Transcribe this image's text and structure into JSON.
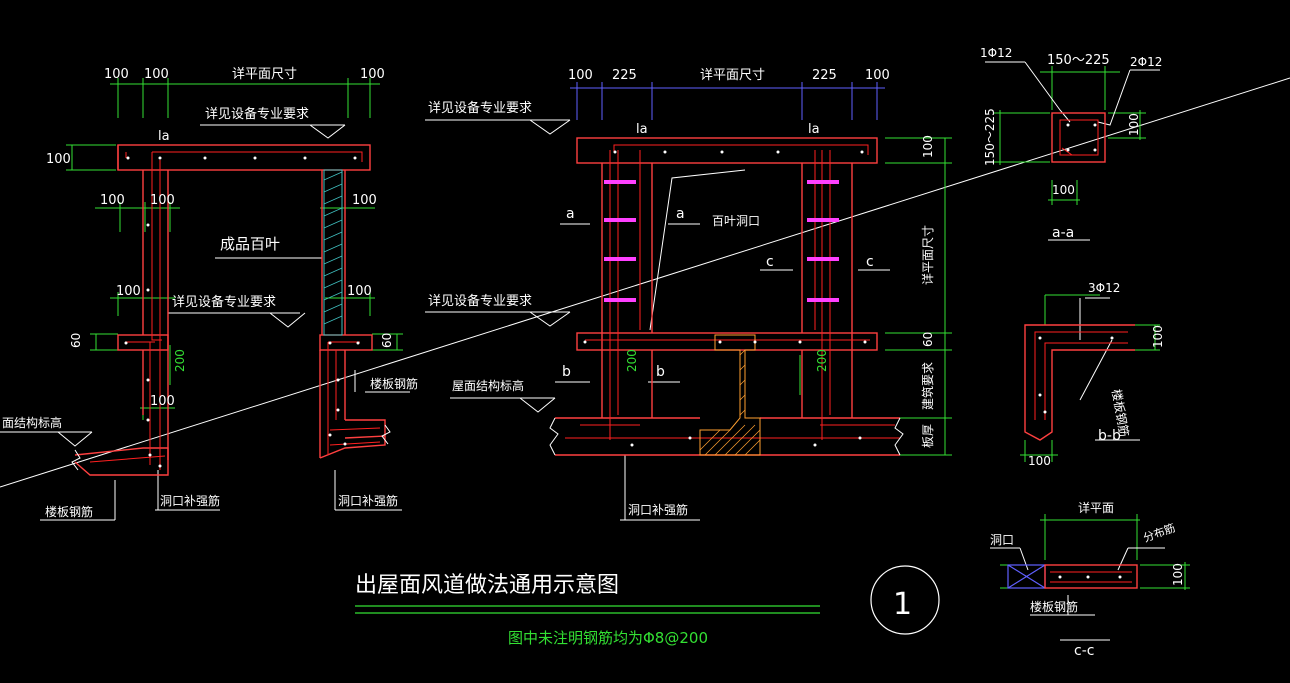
{
  "colors": {
    "background": "#000000",
    "concrete_outline": "#ff4040",
    "rebar_red": "#ff2020",
    "dimension_green": "#33e033",
    "dimension_blue": "#6060ff",
    "text_white": "#ffffff",
    "louver_cyan": "#40c0c0",
    "hatch_magenta": "#ff40ff",
    "hatch_orange": "#ffa030",
    "leader_white": "#ffffff"
  },
  "drawing": {
    "title": "出屋面风道做法通用示意图",
    "note": "图中未注明钢筋均为Φ8@200",
    "circle_number": "1",
    "left_section": {
      "dims_top": [
        "100",
        "100",
        "详平面尺寸",
        "100"
      ],
      "label_la": "la",
      "label_equipment_top": "详见设备专业要求",
      "dim_100_left": "100",
      "dims_mid": [
        "100",
        "100",
        "100"
      ],
      "label_louver": "成品百叶",
      "dims_lower": [
        "100",
        "100"
      ],
      "label_equipment_mid": "详见设备专业要求",
      "dim_60_left": "60",
      "dim_60_right": "60",
      "dim_200": "200",
      "dim_100_bottom": "100",
      "label_roof_elev": "面结构标高",
      "label_slab_rebar_left": "楼板钢筋",
      "label_slab_rebar_right": "楼板钢筋",
      "label_opening_rebar_left": "洞口补强筋",
      "label_opening_rebar_right": "洞口补强筋"
    },
    "middle_section": {
      "dims_top": [
        "100",
        "225",
        "详平面尺寸",
        "225",
        "100"
      ],
      "label_equipment_top": "详见设备专业要求",
      "label_la_left": "la",
      "label_la_right": "la",
      "section_a_left": "a",
      "section_a_right": "a",
      "label_louver_opening": "百叶洞口",
      "section_c_left": "c",
      "section_c_right": "c",
      "label_equipment_mid": "详见设备专业要求",
      "dim_right_100": "100",
      "dim_right_opening": "详平面尺寸",
      "dim_right_60": "60",
      "dim_right_arch": "建筑要求",
      "dim_right_slab": "板厚",
      "dim_200_left": "200",
      "dim_200_right": "200",
      "section_b_left": "b",
      "section_b_right": "b",
      "label_roof_elev": "屋面结构标高",
      "label_opening_rebar": "洞口补强筋"
    },
    "detail_aa": {
      "label_rebar_1": "1Φ12",
      "label_range_top": "150～225",
      "label_rebar_2": "2Φ12",
      "label_range_side": "150～225",
      "dim_100_right": "100",
      "dim_100_bottom": "100",
      "title": "a-a"
    },
    "detail_bb": {
      "label_rebar": "3Φ12",
      "dim_100_right": "100",
      "label_slab_rebar": "楼板钢筋",
      "dim_100_bottom": "100",
      "title": "b-b"
    },
    "detail_cc": {
      "label_plan": "详平面",
      "label_opening": "洞口",
      "label_dist_rebar": "分布筋",
      "dim_100": "100",
      "label_slab_rebar": "楼板钢筋",
      "title": "c-c"
    }
  }
}
